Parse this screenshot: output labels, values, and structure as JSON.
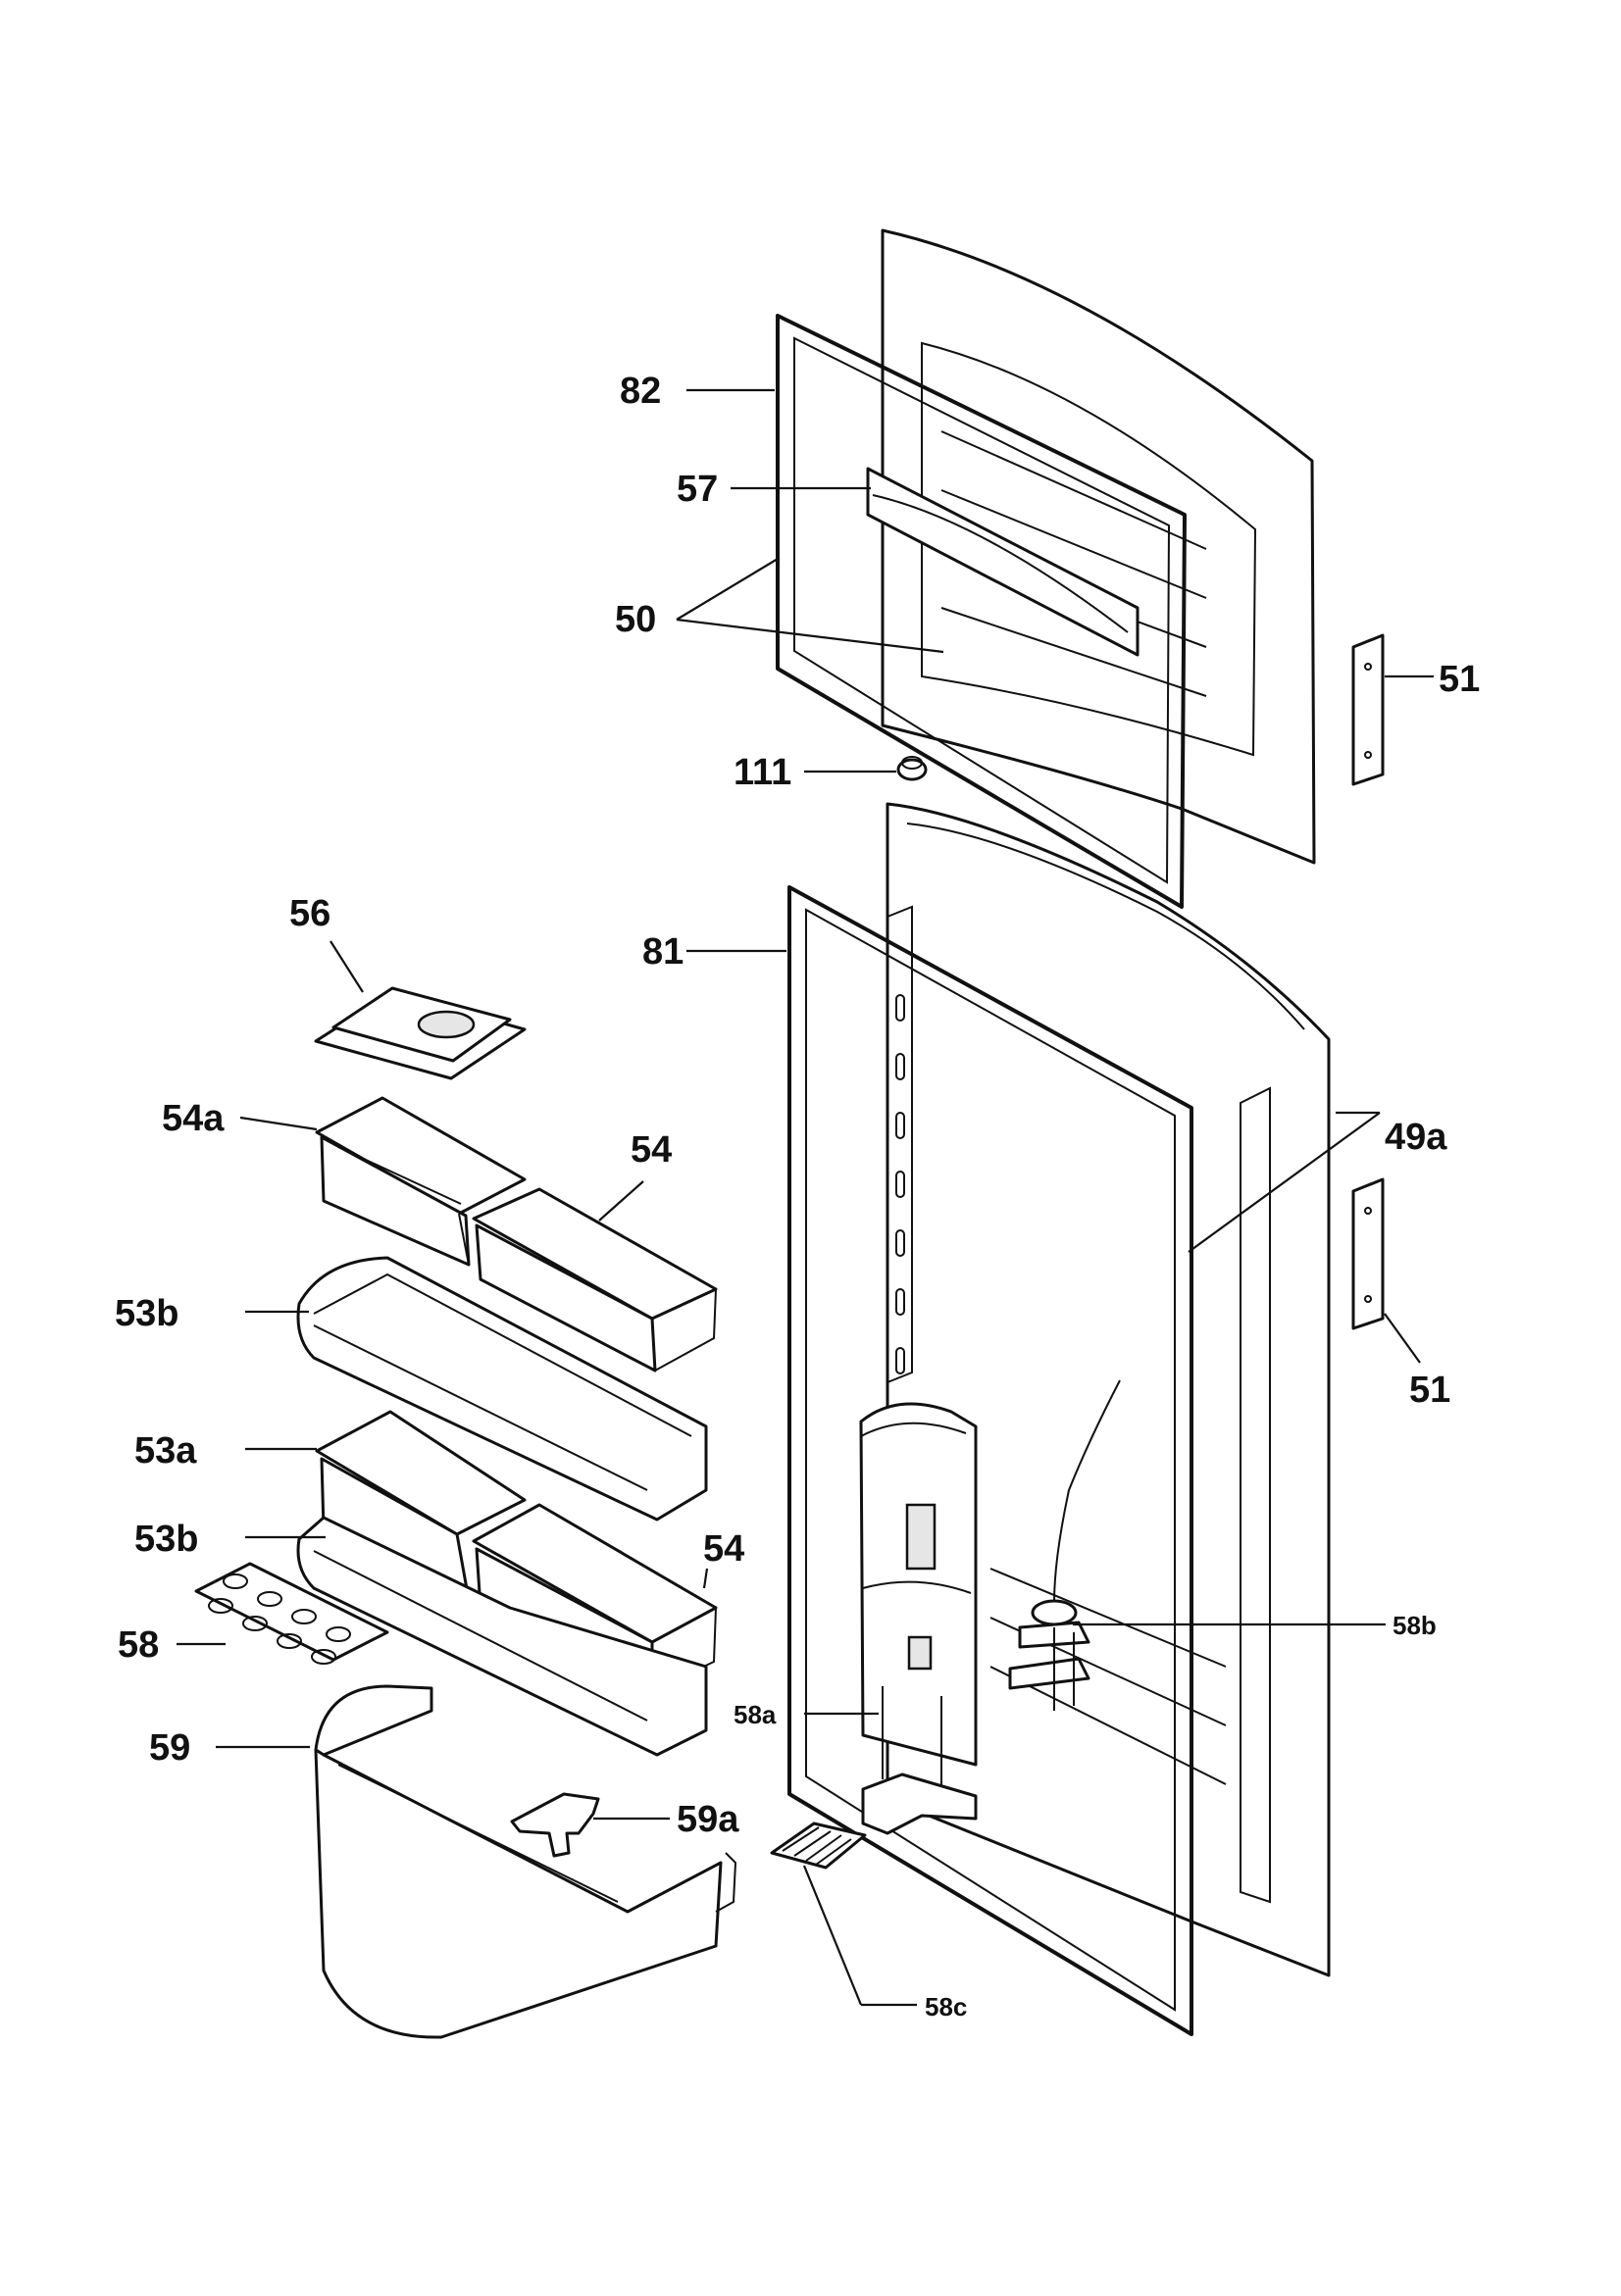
{
  "labels": {
    "l82": "82",
    "l57": "57",
    "l50": "50",
    "l51_top": "51",
    "l111": "111",
    "l56": "56",
    "l81": "81",
    "l54a": "54a",
    "l54_top": "54",
    "l49a": "49a",
    "l53b_top": "53b",
    "l51_bottom": "51",
    "l53a": "53a",
    "l53b_bottom": "53b",
    "l54_bottom": "54",
    "l58": "58",
    "l58b": "58b",
    "l58a": "58a",
    "l59": "59",
    "l59a": "59a",
    "l58c": "58c"
  }
}
